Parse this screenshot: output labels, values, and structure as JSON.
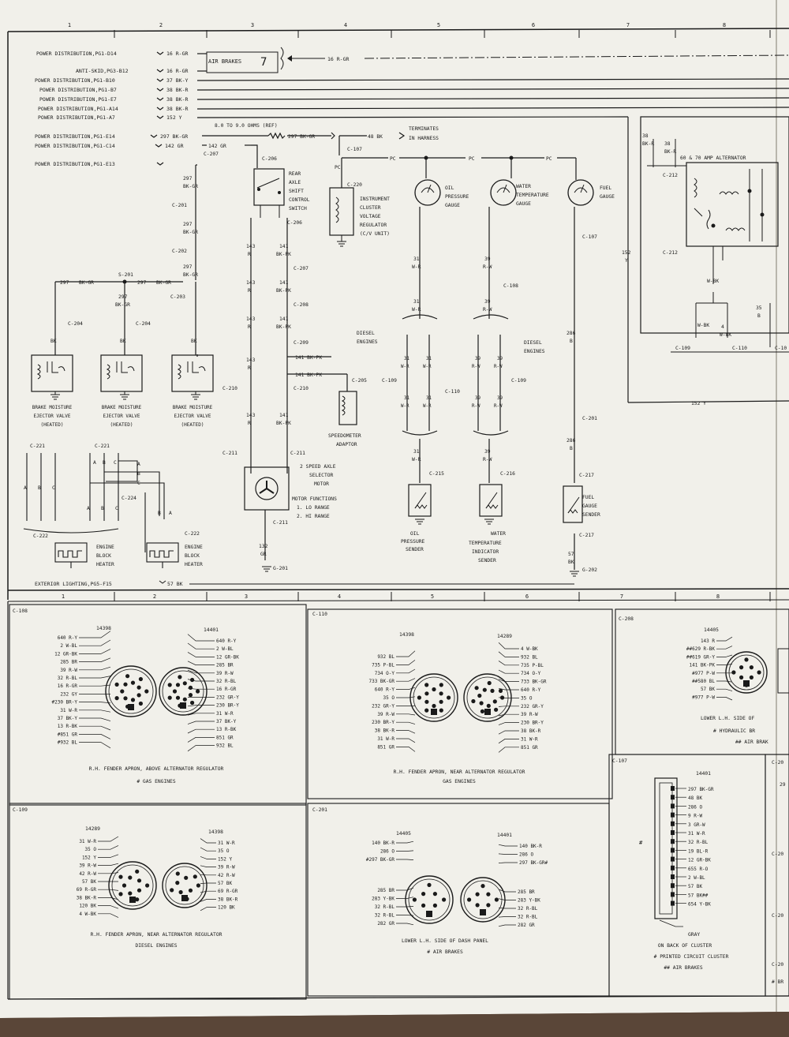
{
  "columns": [
    "1",
    "2",
    "3",
    "4",
    "5",
    "6",
    "7",
    "8"
  ],
  "top_feeds": [
    {
      "source": "POWER DISTRIBUTION,PG1-D14",
      "wire": "16 R-GR"
    },
    {
      "source": "ANTI-SKID,PG3-B12",
      "wire": "16 R-GR"
    },
    {
      "source": "POWER DISTRIBUTION,PG1-B10",
      "wire": "37 BK-Y"
    },
    {
      "source": "POWER DISTRIBUTION,PG1-B7",
      "wire": "38 BK-R"
    },
    {
      "source": "POWER DISTRIBUTION,PG1-E7",
      "wire": "38 BK-R"
    },
    {
      "source": "POWER DISTRIBUTION,PG1-A14",
      "wire": "38 BK-R"
    },
    {
      "source": "POWER DISTRIBUTION,PG1-A7",
      "wire": "152 Y"
    },
    {
      "source": "POWER DISTRIBUTION,PG1-E14",
      "wire": "297 BK-GR"
    },
    {
      "source": "POWER DISTRIBUTION,PG1-C14",
      "wire": "142 GR"
    },
    {
      "source": "POWER DISTRIBUTION,PG1-E13",
      "wire": ""
    }
  ],
  "labels": {
    "air_brakes": "AIR BRAKES",
    "handwritten_7": "7",
    "air_brakes_out": "16 R-GR",
    "ohms_ref": "8.0 TO 9.0 OHMS (REF)",
    "wire_297_out": "297 BK-GR",
    "wire_142_out": "142 GR",
    "wire_48": "48 BK",
    "terminates": "TERMINATES",
    "in_harness": "IN HARNESS",
    "c107": "C-107",
    "c207": "C-207",
    "c206": "C-206",
    "c220": "C-220",
    "pc": "PC",
    "rear_axle": [
      "REAR",
      "AXLE",
      "SHIFT",
      "CONTROL",
      "SWITCH"
    ],
    "ivr": [
      "INSTRUMENT",
      "CLUSTER",
      "VOLTAGE",
      "REGULATOR",
      "(C/V UNIT)"
    ],
    "oil_gauge": [
      "OIL",
      "PRESSURE",
      "GAUGE"
    ],
    "water_gauge": [
      "WATER",
      "TEMPERATURE",
      "GAUGE"
    ],
    "fuel_gauge": [
      "FUEL",
      "GAUGE"
    ],
    "alt_label": "60 & 70 AMP ALTERNATOR",
    "alt_38a": "38",
    "alt_38b": "BK-R",
    "alt_38c": "38",
    "alt_38d": "BK-R",
    "c212": "C-212",
    "w152": "152",
    "wY": "Y",
    "wbk": "W-BK",
    "w4": "4",
    "w35": "35",
    "wB": "B",
    "c109": "C-109",
    "c110": "C-110",
    "c10x": "C-10",
    "w152y": "152 Y",
    "w297": "297",
    "wbkgr": "BK-GR",
    "c201": "C-201",
    "c202": "C-202",
    "c203": "C-203",
    "s201": "S-201",
    "c204": "C-204",
    "wBK": "BK",
    "valve": [
      "BRAKE MOISTURE",
      "EJECTOR VALVE",
      "(HEATED)"
    ],
    "w143r": [
      "143",
      "R"
    ],
    "w141": [
      "141",
      "BK-PK"
    ],
    "c208": "C-208",
    "c209": "C-209",
    "c210": "C-210",
    "c211": "C-211",
    "c205": "C-205",
    "w141bk": "141 BK-PK",
    "speedo": [
      "SPEEDOMETER",
      "ADAPTOR"
    ],
    "axle_motor": [
      "2 SPEED AXLE",
      "SELECTOR",
      "MOTOR"
    ],
    "motor_fn": [
      "MOTOR FUNCTIONS",
      "1. LO RANGE",
      "2. HI RANGE"
    ],
    "w132": [
      "132",
      "GR"
    ],
    "g201": "G-201",
    "w31": [
      "31",
      "W-R"
    ],
    "w39": [
      "39",
      "R-W"
    ],
    "c108": "C-108",
    "diesel": [
      "DIESEL",
      "ENGINES"
    ],
    "w286": [
      "286",
      "B"
    ],
    "c215": "C-215",
    "c216": "C-216",
    "c217": "C-217",
    "oil_sender": [
      "OIL",
      "PRESSURE",
      "SENDER"
    ],
    "water_sender": [
      "WATER",
      "TEMPERATURE",
      "INDICATOR",
      "SENDER"
    ],
    "fuel_sender": [
      "FUEL",
      "GAUGE",
      "SENDER"
    ],
    "w57": [
      "57",
      "BK"
    ],
    "g202": "G-202",
    "c221": "C-221",
    "c222": "C-222",
    "c224": "C-224",
    "abc": [
      "A",
      "B",
      "C"
    ],
    "block_heater": [
      "ENGINE",
      "BLOCK",
      "HEATER"
    ],
    "ext_lighting": "EXTERIOR LIGHTING,PG5-F15",
    "ext_wire": "57 BK"
  },
  "connectors": {
    "c108": {
      "title": "C-108",
      "left_part": "14398",
      "right_part": "14401",
      "left_wires": [
        "640 R-Y",
        "2 W-BL",
        "12 GR-BK",
        "285 BR",
        "39 R-W",
        "32 R-BL",
        "16 R-GR",
        "232 GY",
        "#230 BR-Y",
        "31 W-R",
        "37 BK-Y",
        "13 R-BK",
        "#851 GR",
        "#932 BL"
      ],
      "right_wires": [
        "640 R-Y",
        "2 W-BL",
        "12 GR-BK",
        "285 BR",
        "39 R-W",
        "32 R-BL",
        "16 R-GR",
        "232 GR-Y",
        "230 BR-Y",
        "31 W-R",
        "37 BK-Y",
        "13 R-BK",
        "851 GR",
        "932 BL"
      ],
      "caption": "R.H. FENDER APRON, ABOVE ALTERNATOR REGULATOR",
      "note": "# GAS ENGINES"
    },
    "c110": {
      "title": "C-110",
      "left_part": "14398",
      "right_part": "14289",
      "left_wires": [
        "932 BL",
        "735 P-BL",
        "734 O-Y",
        "733 BK-GR",
        "640 R-Y",
        "35 O",
        "232 GR-Y",
        "39 R-W",
        "230 BR-Y",
        "38 BK-R",
        "31 W-R",
        "851 GR"
      ],
      "right_wires": [
        "4 W-BK",
        "932 BL",
        "735 P-BL",
        "734 O-Y",
        "733 BK-GR",
        "640 R-Y",
        "35 O",
        "232 GR-Y",
        "39 R-W",
        "230 BR-Y",
        "38 BK-R",
        "31 W-R",
        "851 GR"
      ],
      "caption": "R.H. FENDER APRON, NEAR ALTERNATOR REGULATOR",
      "note": "GAS ENGINES"
    },
    "c208": {
      "title": "C-208",
      "part": "14405",
      "wires": [
        "143 R",
        "##629 R-BK",
        "##619 GR-Y",
        "141 BK-PK",
        "#977 P-W",
        "##580 BL",
        "57 BK",
        "#977 P-W"
      ],
      "caption": "LOWER L.H. SIDE OF",
      "notes": [
        "# HYDRAULIC BR",
        "## AIR BRAK"
      ]
    },
    "c109": {
      "title": "C-109",
      "left_part": "14289",
      "right_part": "14398",
      "left_wires": [
        "31 W-R",
        "35 O",
        "152 Y",
        "39 R-W",
        "42 R-W",
        "57 BK",
        "69 R-GR",
        "38 BK-R",
        "120 BK",
        "4 W-BK"
      ],
      "right_wires": [
        "31 W-R",
        "35 O",
        "152 Y",
        "39 R-W",
        "42 R-W",
        "57 BK",
        "69 R-GR",
        "38 BK-R",
        "120 BK"
      ],
      "caption": "R.H. FENDER APRON, NEAR ALTERNATOR REGULATOR",
      "note": "DIESEL ENGINES"
    },
    "c201": {
      "title": "C-201",
      "left_part": "14405",
      "right_part": "14401",
      "left_top": [
        "140 BK-R",
        "286 O",
        "#297 BK-GR"
      ],
      "right_top": [
        "140 BK-R",
        "286 O",
        "297 BK-GR#"
      ],
      "left_bottom": [
        "285 BR",
        "283 Y-BK",
        "32 R-BL",
        "32 R-BL",
        "282 GR"
      ],
      "right_bottom": [
        "285 BR",
        "283 Y-BK",
        "32 R-BL",
        "32 R-BL",
        "282 GR"
      ],
      "caption": "LOWER L.H. SIDE OF DASH PANEL",
      "note": "# AIR BRAKES"
    },
    "c107": {
      "title": "C-107",
      "part": "14401",
      "wires": [
        "297 BK-GR",
        "48 BK",
        "286 O",
        "9 R-W",
        "3 GR-W",
        "31 W-R",
        "32 R-BL",
        "19 BL-R",
        "12 GR-BK",
        "655 R-O",
        "2 W-BL",
        "57 BK",
        "57 BK##",
        "654 Y-BK"
      ],
      "gray": "GRAY",
      "caption": "ON BACK OF CLUSTER",
      "notes": [
        "# PRINTED CIRCUIT CLUSTER",
        "## AIR BRAKES"
      ],
      "hash": "#"
    },
    "edge": [
      "C-20",
      "29",
      "C-20",
      "C-20",
      "C-20",
      "# BR"
    ]
  },
  "colors": {
    "paper": "#f1f0ea",
    "ink": "#1a1a1a",
    "table": "#5a4638"
  }
}
